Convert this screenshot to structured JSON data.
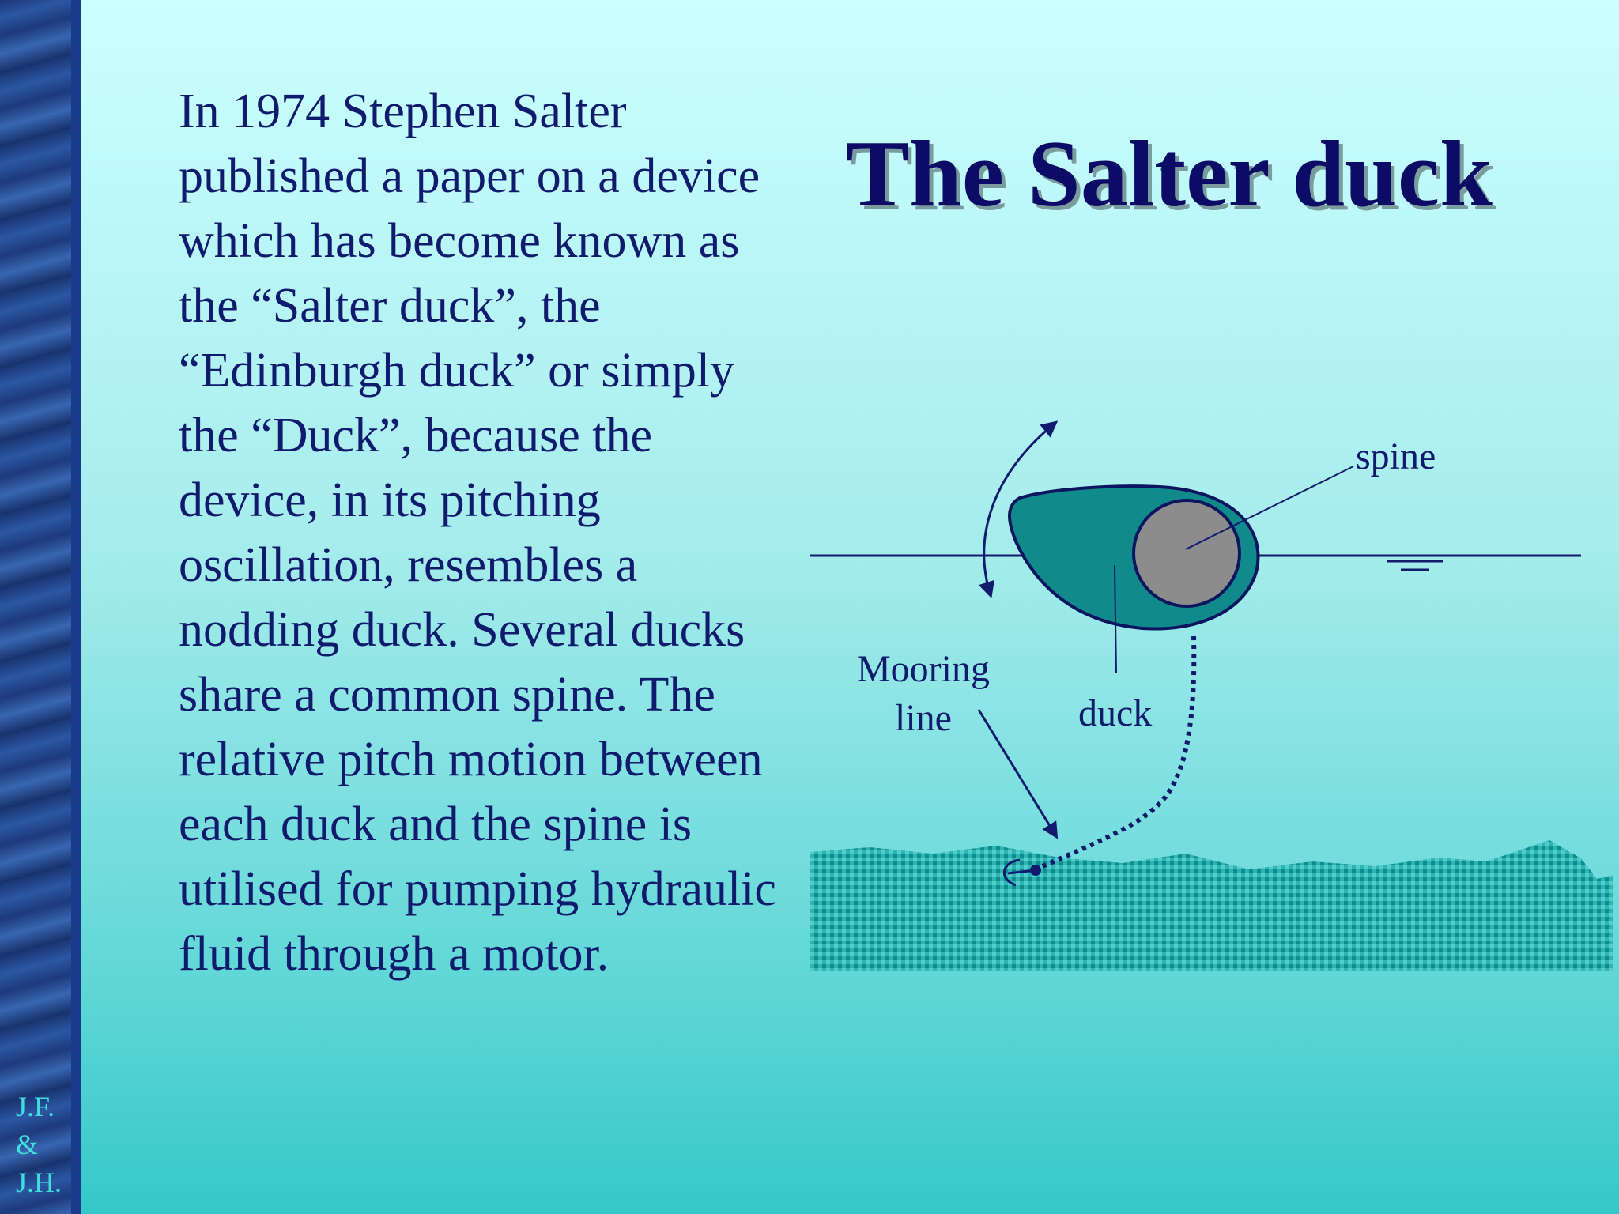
{
  "slide": {
    "title": "The Salter duck",
    "body": "In 1974 Stephen Salter published a paper on a device which has become known as the “Salter duck”, the “Edinburgh duck” or simply the “Duck”, because the device, in its pitching oscillation, resembles a nodding duck.  Several ducks share a common spine.  The relative pitch motion between each duck and the spine is utilised for pumping hydraulic fluid through a motor.",
    "initials": [
      "J.F.",
      "&",
      "J.H."
    ]
  },
  "diagram": {
    "labels": {
      "spine": "spine",
      "duck": "duck",
      "mooring_line_1": "Mooring",
      "mooring_line_2": "line"
    }
  },
  "colors": {
    "text": "#111b6e",
    "title": "#0c0c66",
    "duck_fill": "#108a8a",
    "spine_fill": "#8c8c8c",
    "seabed": "#1ea0a0",
    "side_strip": "#1a3a8a",
    "initials": "#43dddd"
  }
}
